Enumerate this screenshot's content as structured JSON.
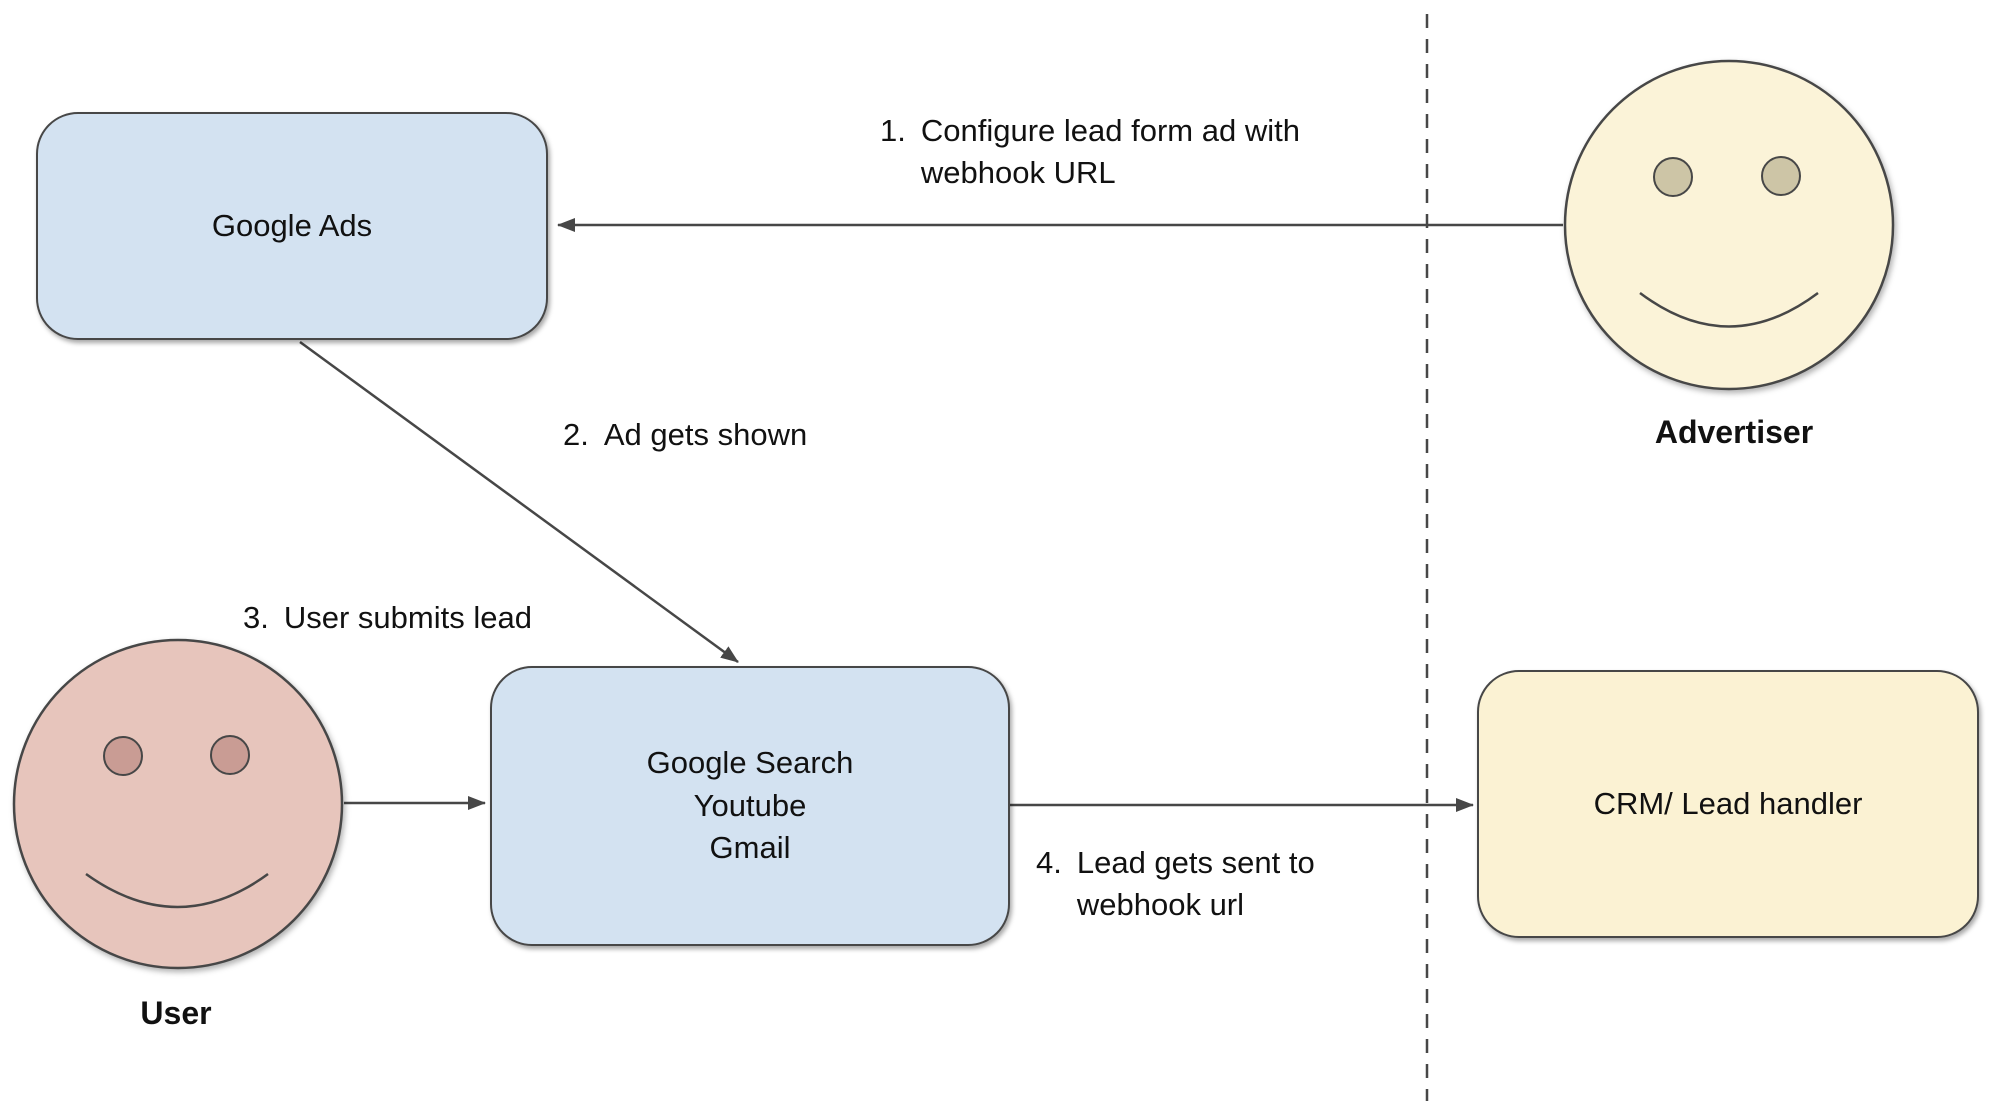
{
  "diagram": {
    "nodes": {
      "google_ads": {
        "label": "Google Ads"
      },
      "google_properties": {
        "lines": [
          "Google Search",
          "Youtube",
          "Gmail"
        ]
      },
      "crm": {
        "label": "CRM/ Lead handler"
      }
    },
    "actors": {
      "advertiser": {
        "label": "Advertiser"
      },
      "user": {
        "label": "User"
      }
    },
    "steps": [
      {
        "num": "1.",
        "text": "Configure lead form ad with\nwebhook URL"
      },
      {
        "num": "2.",
        "text": "Ad gets shown"
      },
      {
        "num": "3.",
        "text": "User submits lead"
      },
      {
        "num": "4.",
        "text": "Lead gets sent to\nwebhook url"
      }
    ],
    "colors": {
      "node_blue": "#d3e2f1",
      "node_yellow": "#fbf2d3",
      "actor_yellow": "#fbf3d8",
      "actor_pink": "#e7c5bc",
      "advertiser_eye": "#cdc5a6",
      "user_eye": "#c99c94",
      "stroke": "#474747"
    }
  }
}
